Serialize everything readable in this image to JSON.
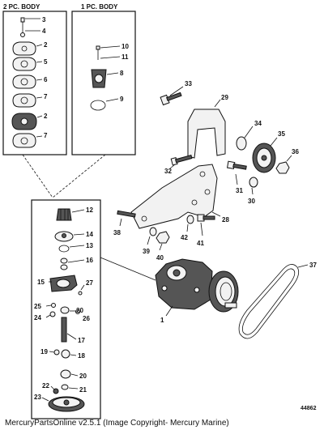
{
  "headers": {
    "left_box": "2 PC. BODY",
    "right_box": "1 PC. BODY"
  },
  "reference_number": "44862",
  "footer": "MercuryPartsOnline v2.5.1 (Image Copyright- Mercury Marine)",
  "callouts": {
    "c1": "1",
    "c2a": "2",
    "c2b": "2",
    "c3": "3",
    "c4": "4",
    "c5": "5",
    "c6": "6",
    "c7a": "7",
    "c7b": "7",
    "c8": "8",
    "c9": "9",
    "c10": "10",
    "c11": "11",
    "c12": "12",
    "c13": "13",
    "c14": "14",
    "c15": "15",
    "c16": "16",
    "c17": "17",
    "c18": "18",
    "c19": "19",
    "c20a": "20",
    "c20b": "20",
    "c21": "21",
    "c22": "22",
    "c23": "23",
    "c24": "24",
    "c25": "25",
    "c26": "26",
    "c27": "27",
    "c28": "28",
    "c29": "29",
    "c30": "30",
    "c31": "31",
    "c32": "32",
    "c33": "33",
    "c34": "34",
    "c35": "35",
    "c36": "36",
    "c37": "37",
    "c38": "38",
    "c39": "39",
    "c40": "40",
    "c41": "41",
    "c42": "42"
  }
}
